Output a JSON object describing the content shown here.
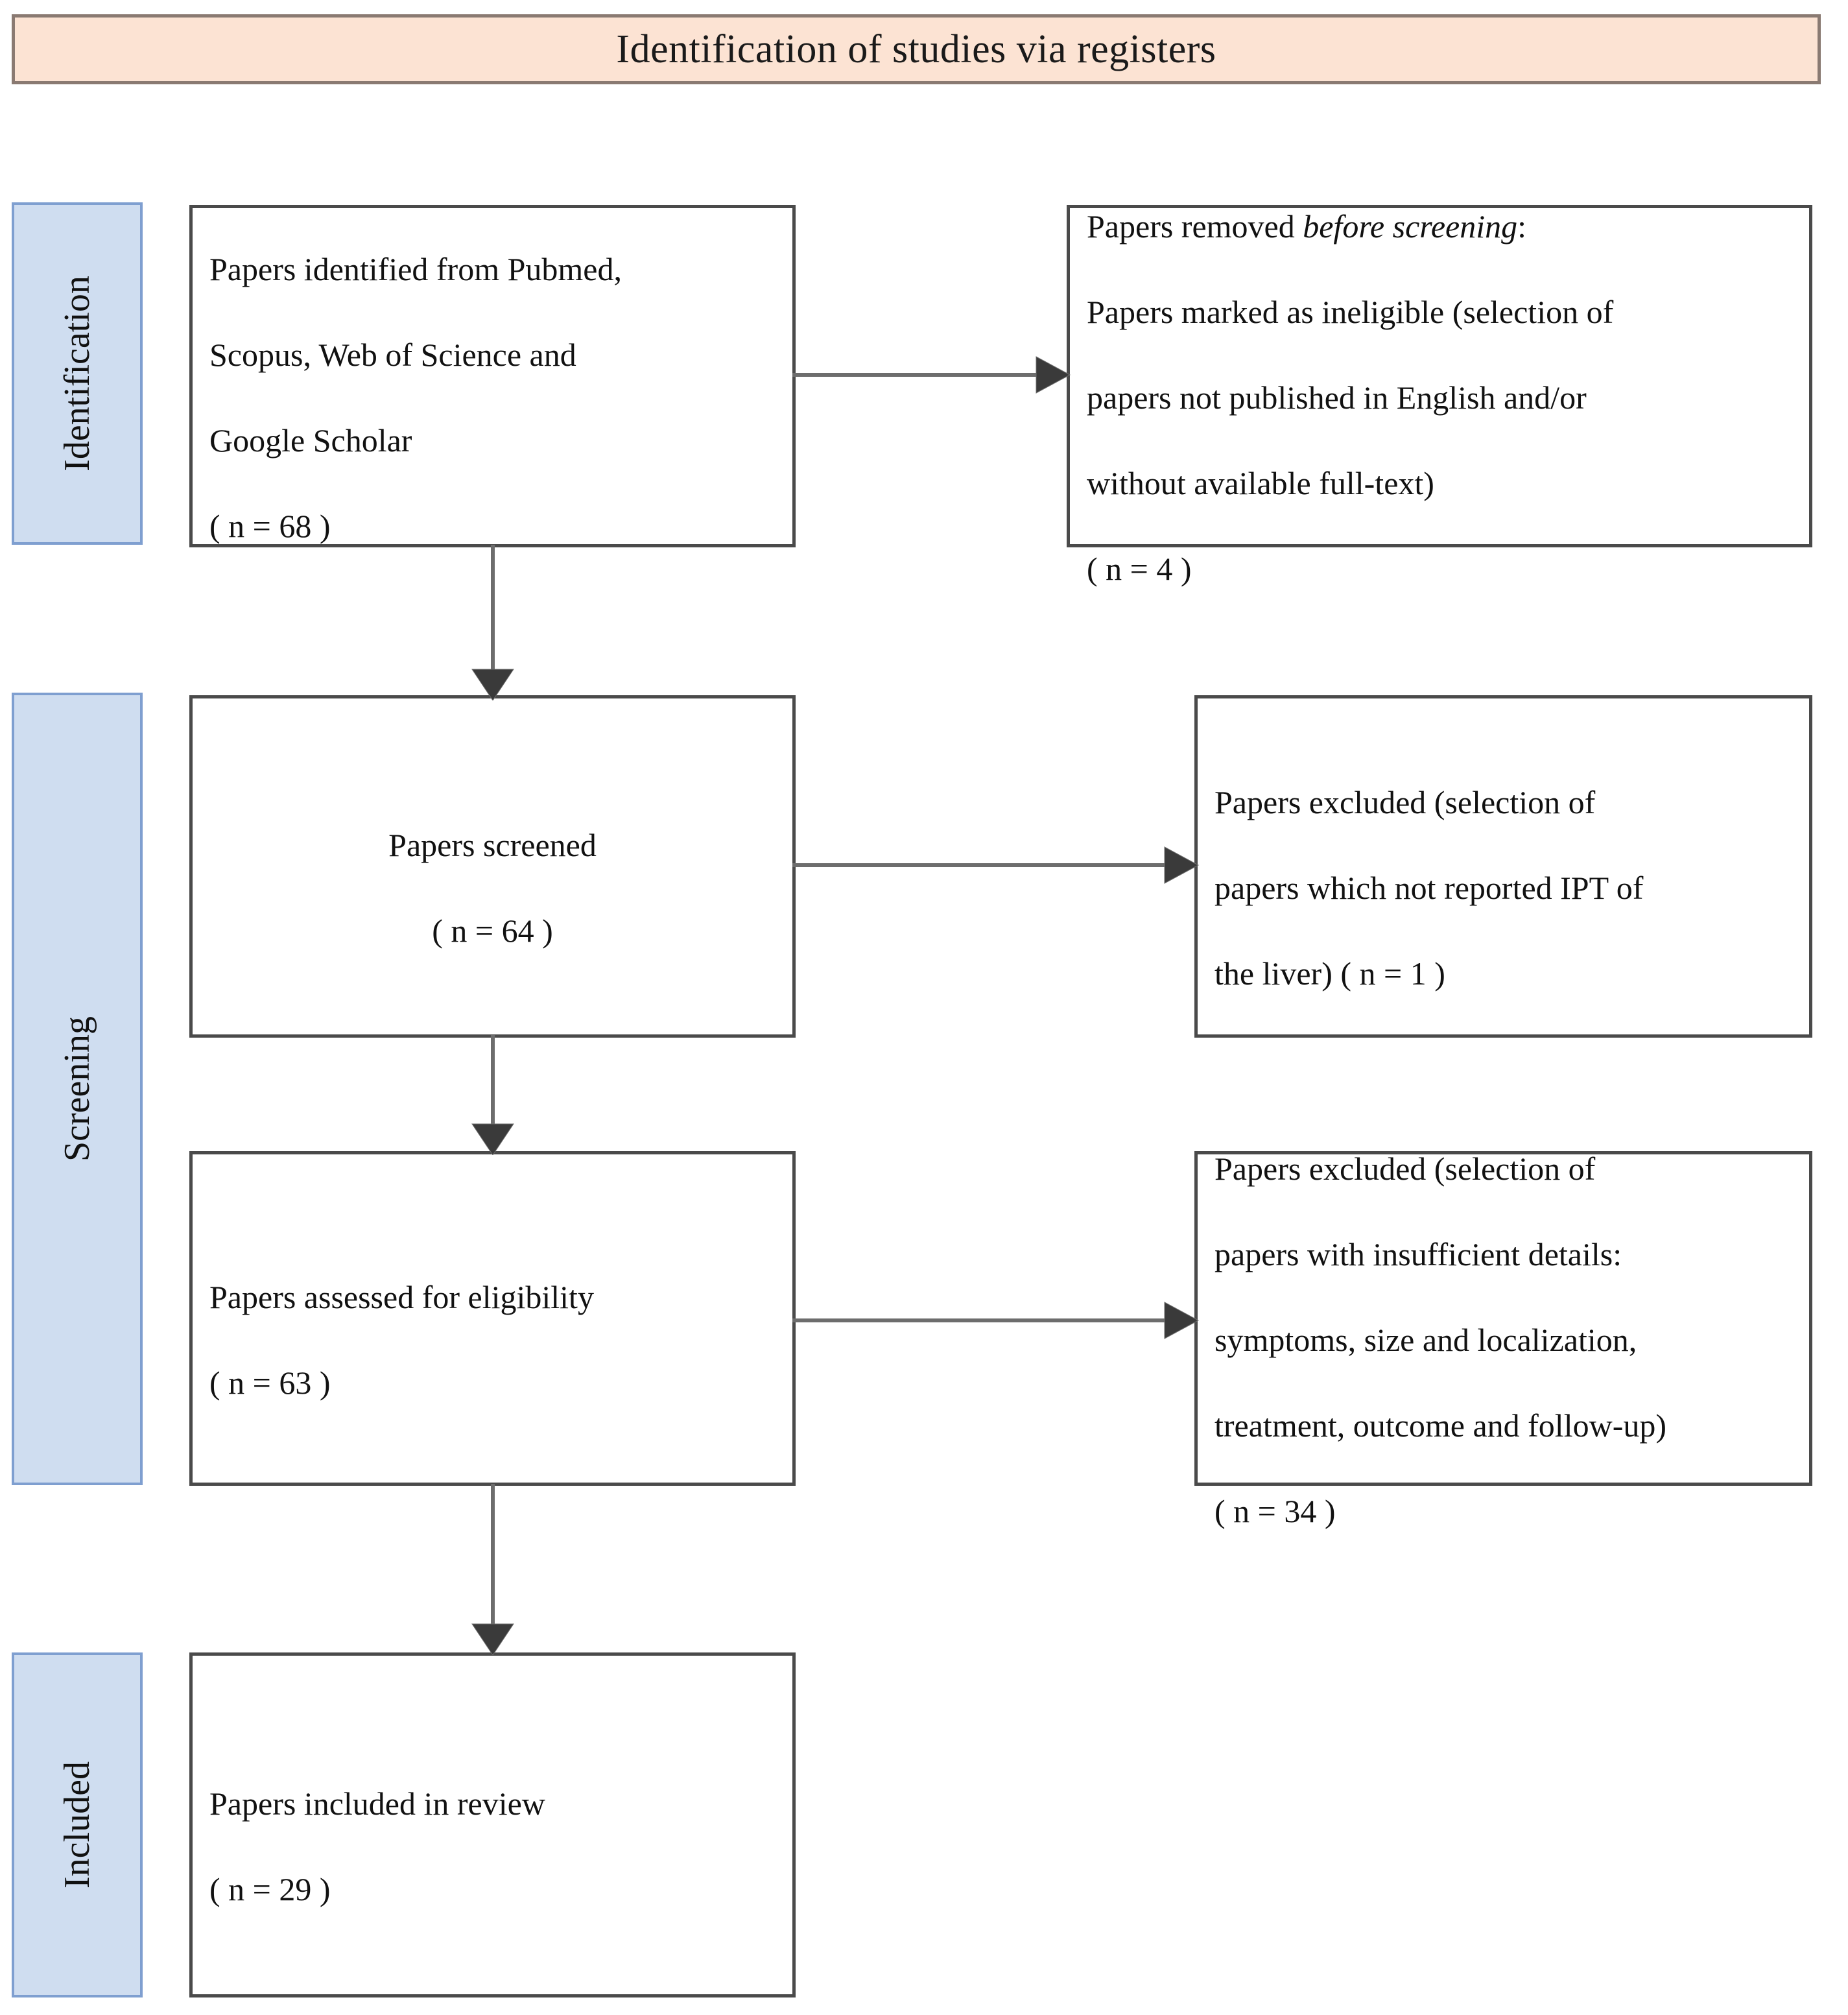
{
  "header": {
    "title": "Identification of studies via registers",
    "fill_color": "#fce3d3",
    "border_color": "#8a7a72"
  },
  "stages": {
    "fill_color": "#cfddf0",
    "border_color": "#7f9fd0",
    "items": [
      {
        "id": "identification",
        "label": "Identification"
      },
      {
        "id": "screening",
        "label": "Screening"
      },
      {
        "id": "included",
        "label": "Included"
      }
    ]
  },
  "boxes": {
    "identified": {
      "line1": "Papers identified from Pubmed,",
      "line2": "Scopus, Web of Science and",
      "line3": "Google Scholar",
      "count_line": "( n =  68 )",
      "n": 68
    },
    "removed": {
      "lead_prefix": "Papers removed ",
      "lead_italic": "before screening",
      "lead_suffix": ":",
      "line2": "Papers marked as ineligible (selection of",
      "line3": "papers not published in English and/or",
      "line4": "without available full-text)",
      "count_line": "( n = 4 )",
      "n": 4
    },
    "screened": {
      "line1": "Papers screened",
      "count_line": "( n = 64 )",
      "n": 64
    },
    "excluded_screening": {
      "line1": "Papers excluded (selection of",
      "line2": "papers which not reported IPT of",
      "line3": "the liver) ( n = 1 )",
      "n": 1
    },
    "eligibility": {
      "line1": "Papers assessed for eligibility",
      "count_line": "( n = 63 )",
      "n": 63
    },
    "excluded_eligibility": {
      "line1": "Papers excluded (selection of",
      "line2": "papers with insufficient details:",
      "line3": "symptoms, size and localization,",
      "line4": "treatment, outcome and follow-up)",
      "count_line": "( n = 34 )",
      "n": 34
    },
    "included": {
      "line1": "Papers included in review",
      "count_line": "( n = 29 )",
      "n": 29
    }
  },
  "connectors": {
    "line_color": "#6d6d6d",
    "arrow_color": "#3a3a3a",
    "items": [
      {
        "id": "identified-to-screened",
        "direction": "down"
      },
      {
        "id": "identified-to-removed",
        "direction": "right"
      },
      {
        "id": "screened-to-eligibility",
        "direction": "down"
      },
      {
        "id": "screened-to-excluded",
        "direction": "right"
      },
      {
        "id": "eligibility-to-included",
        "direction": "down"
      },
      {
        "id": "eligibility-to-excluded",
        "direction": "right"
      }
    ]
  }
}
